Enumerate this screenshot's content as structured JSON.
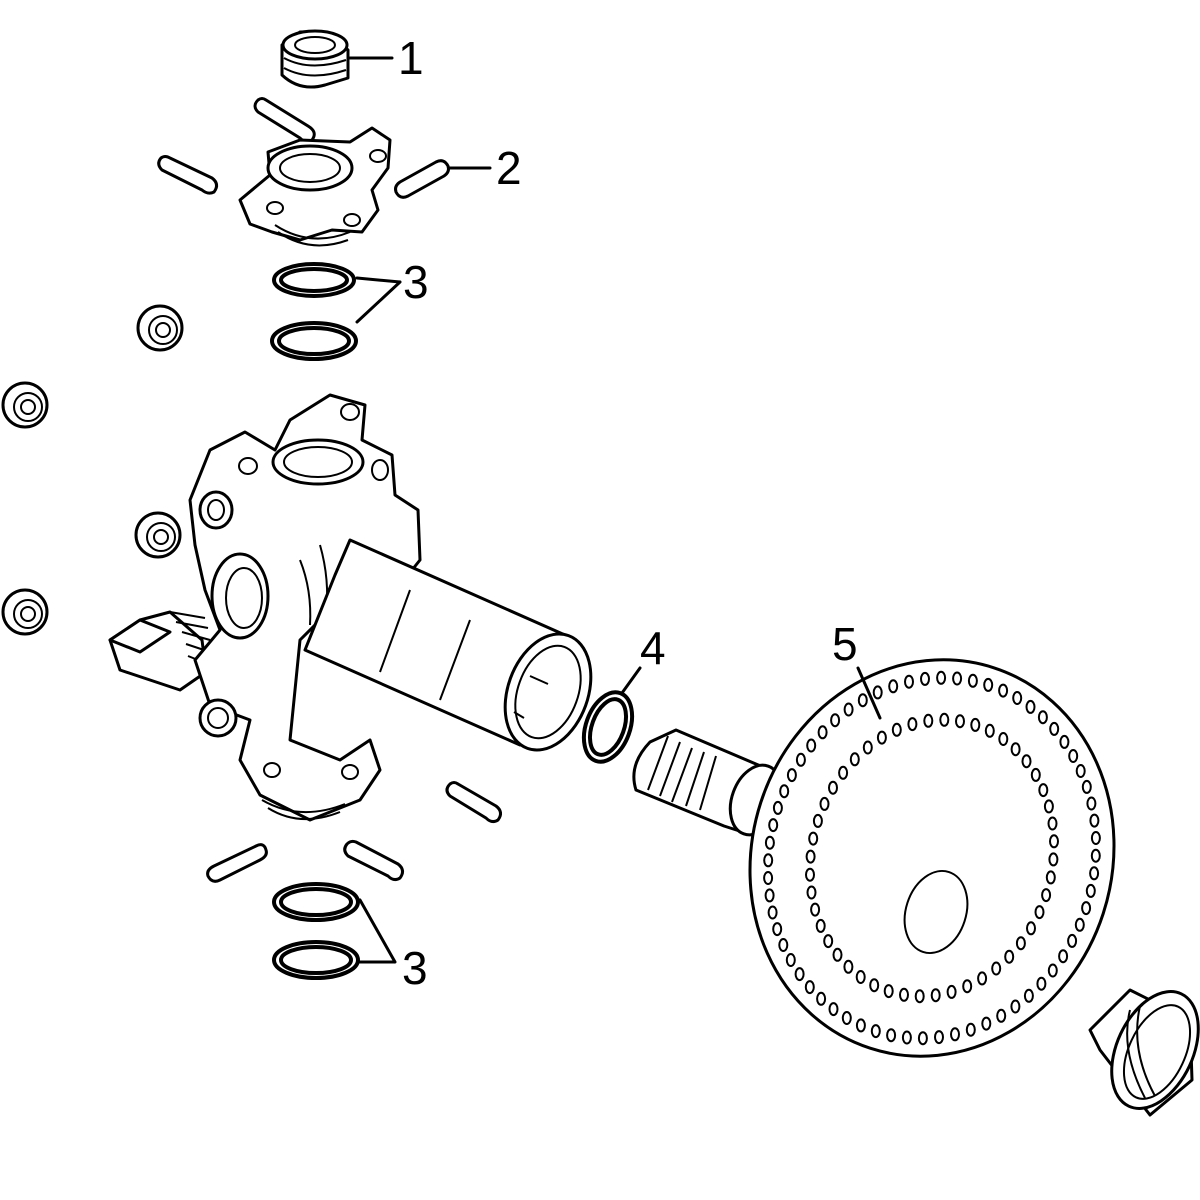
{
  "callouts": [
    {
      "id": "1",
      "text": "1"
    },
    {
      "id": "2",
      "text": "2"
    },
    {
      "id": "3a",
      "text": "3"
    },
    {
      "id": "4",
      "text": "4"
    },
    {
      "id": "5",
      "text": "5"
    },
    {
      "id": "3b",
      "text": "3"
    }
  ],
  "colors": {
    "line": "#000000",
    "background": "#ffffff"
  }
}
